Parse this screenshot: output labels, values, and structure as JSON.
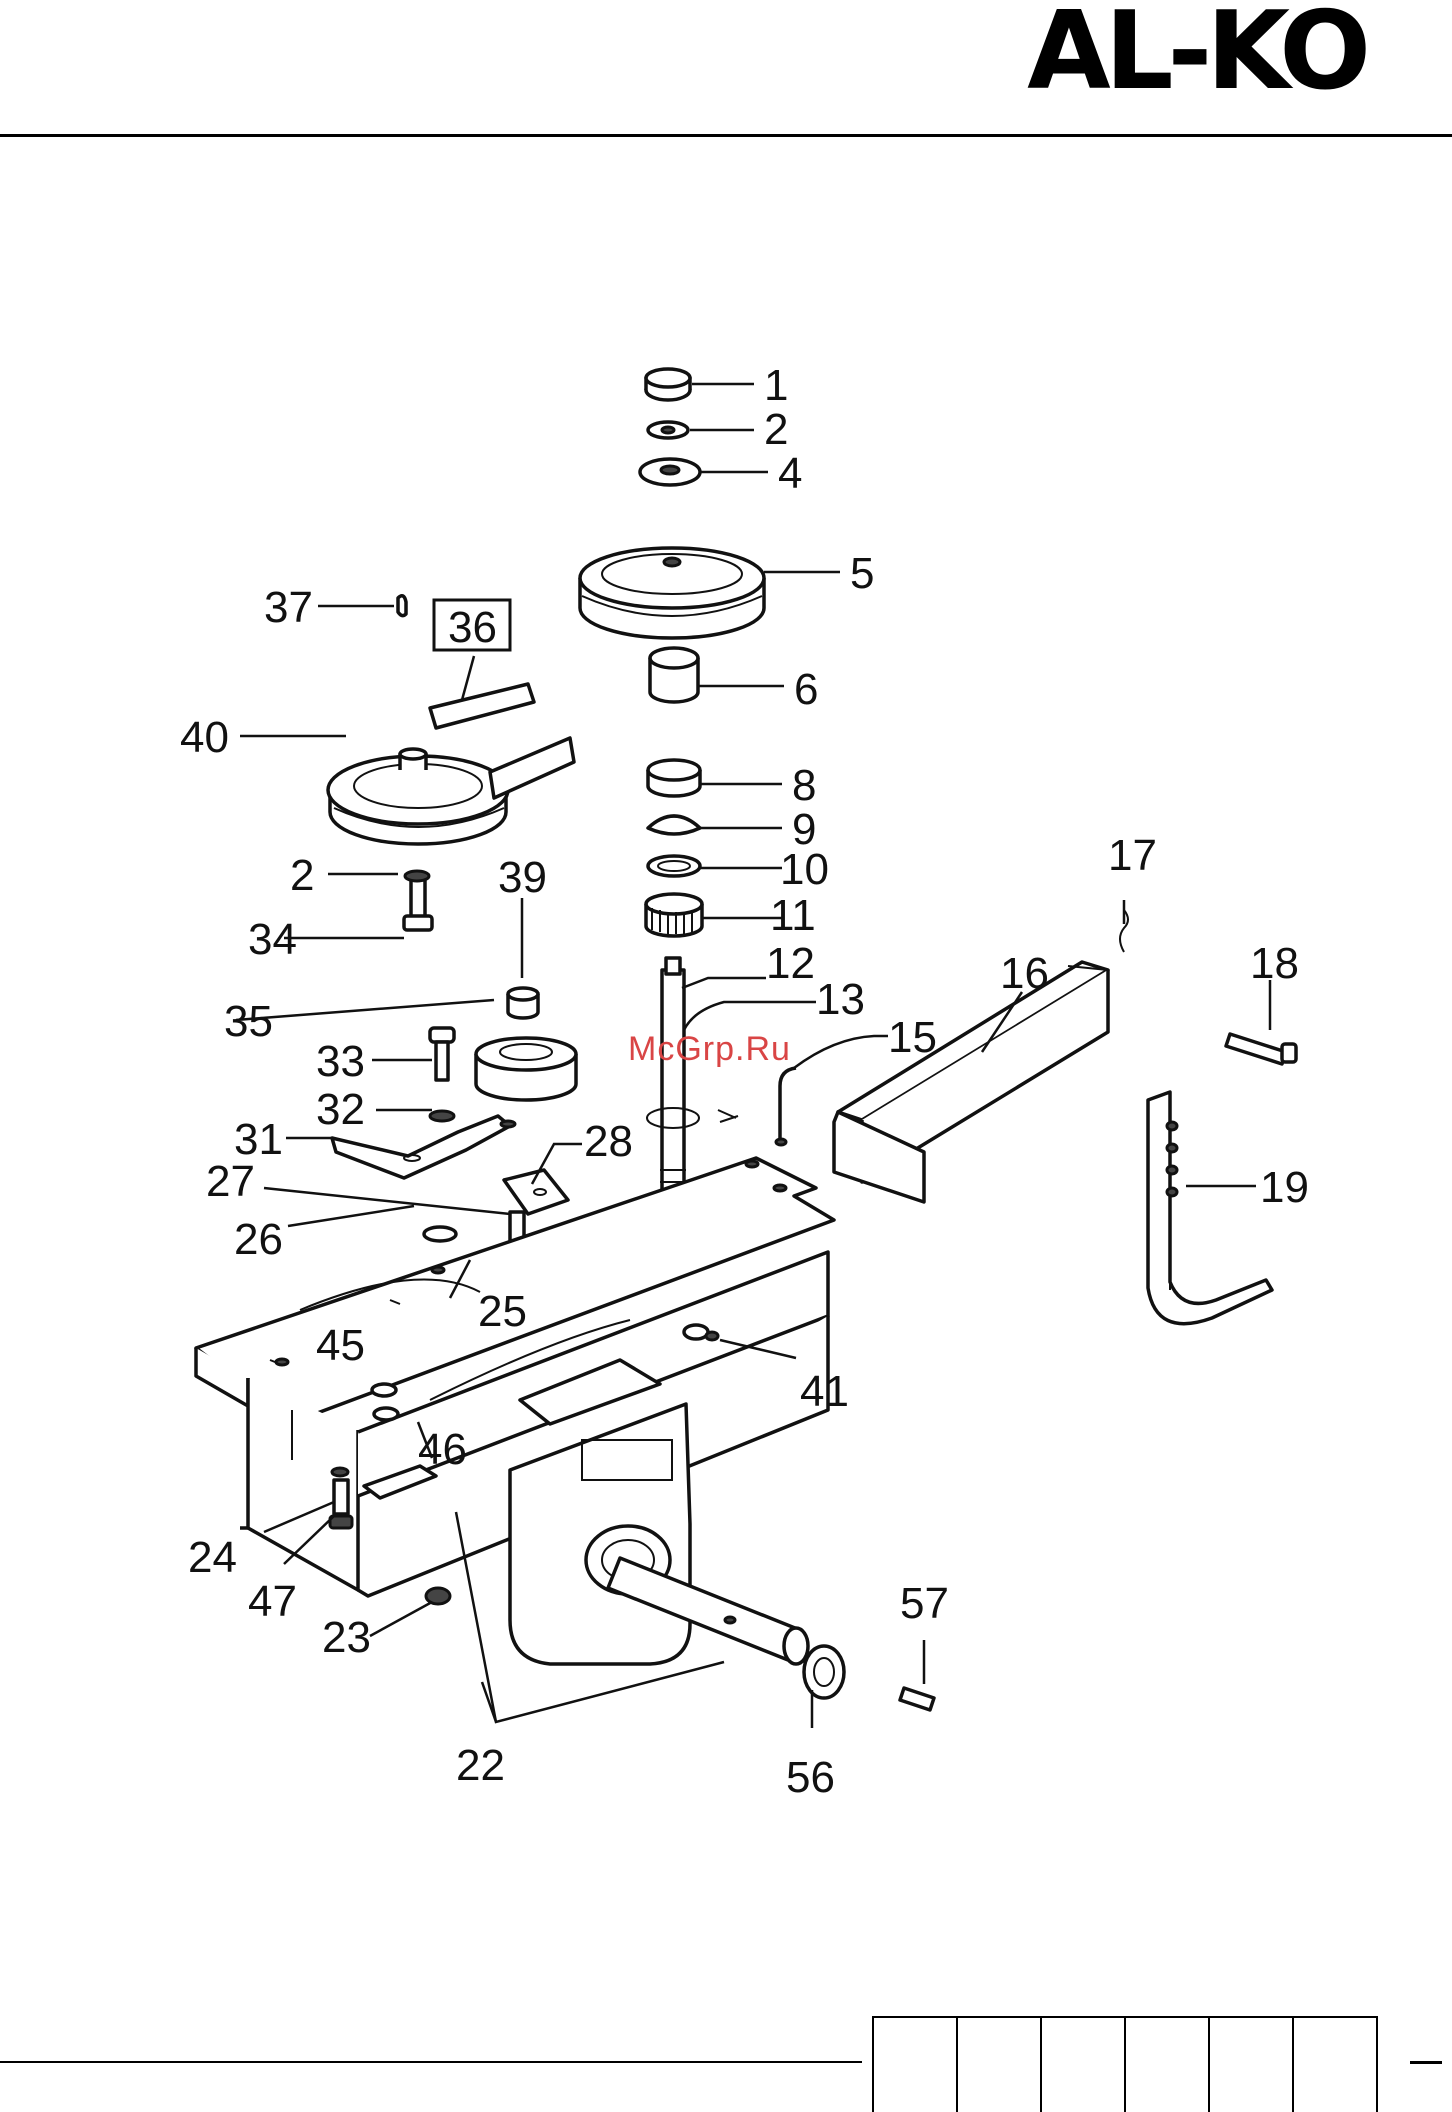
{
  "header": {
    "brand": "AL-KO"
  },
  "watermark": "McGrp.Ru",
  "callouts": [
    {
      "label": "1"
    },
    {
      "label": "2"
    },
    {
      "label": "4"
    },
    {
      "label": "5"
    },
    {
      "label": "6"
    },
    {
      "label": "8"
    },
    {
      "label": "9"
    },
    {
      "label": "10"
    },
    {
      "label": "11"
    },
    {
      "label": "12"
    },
    {
      "label": "13"
    },
    {
      "label": "15"
    },
    {
      "label": "16"
    },
    {
      "label": "17"
    },
    {
      "label": "18"
    },
    {
      "label": "19"
    },
    {
      "label": "37"
    },
    {
      "label": "36"
    },
    {
      "label": "40"
    },
    {
      "label": "2"
    },
    {
      "label": "39"
    },
    {
      "label": "34"
    },
    {
      "label": "35"
    },
    {
      "label": "33"
    },
    {
      "label": "32"
    },
    {
      "label": "31"
    },
    {
      "label": "28"
    },
    {
      "label": "27"
    },
    {
      "label": "26"
    },
    {
      "label": "25"
    },
    {
      "label": "45"
    },
    {
      "label": "41"
    },
    {
      "label": "46"
    },
    {
      "label": "24"
    },
    {
      "label": "47"
    },
    {
      "label": "23"
    },
    {
      "label": "22"
    },
    {
      "label": "57"
    },
    {
      "label": "56"
    }
  ],
  "icons": {
    "parts": "exploded-parts-drawing"
  }
}
